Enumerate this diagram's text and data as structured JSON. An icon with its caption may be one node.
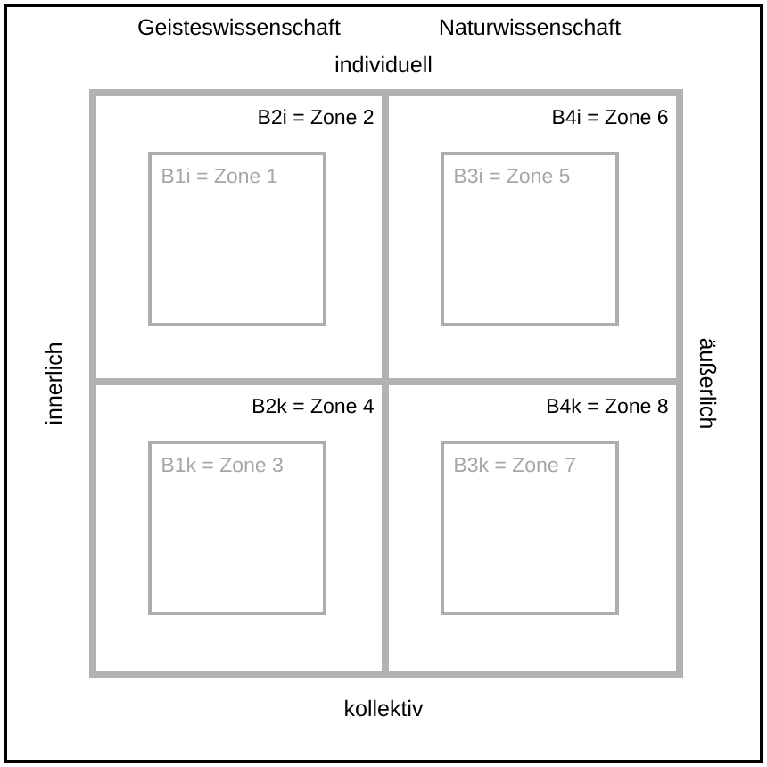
{
  "diagram": {
    "nodes": [
      {
        "text": [
          "B2i = Zone 2"
        ]
      },
      {
        "text": [
          "B1i = Zone 1"
        ],
        "in": 0
      },
      {
        "text": [
          "B4i = Zone 6"
        ]
      },
      {
        "text": [
          "B3i = Zone 5"
        ],
        "in": 2
      },
      {
        "text": [
          "B2k = Zone 4"
        ]
      },
      {
        "text": [
          "B1k = Zone 3"
        ],
        "in": 4
      },
      {
        "text": [
          "B4k = Zone 8"
        ]
      },
      {
        "text": [
          "B3k = Zone 7"
        ],
        "in": 6
      }
    ],
    "labels": [
      "Geisteswissenschaft",
      "Naturwissenschaft",
      "individuell",
      "innerlich",
      "äußerlich",
      "kollektiv"
    ]
  }
}
